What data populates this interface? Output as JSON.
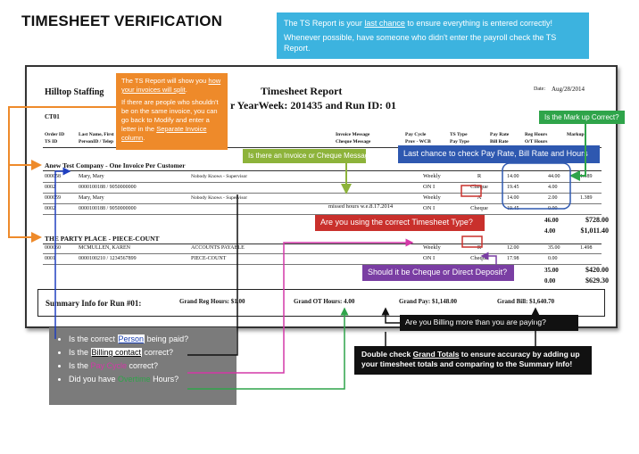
{
  "page_title": "TIMESHEET VERIFICATION",
  "top_callout": {
    "line1_pre": "The TS Report is your ",
    "line1_u": "last chance",
    "line1_post": " to ensure everything is entered correctly!",
    "line2": "Whenever possible, have someone who didn't enter the payroll check the TS Report."
  },
  "orange_callout": {
    "p1_pre": "The TS Report will show you ",
    "p1_u": "how your invoices will split",
    "p1_post": ".",
    "p2_pre": "If there are people who shouldn't be on the same invoice, you can go back to Modify and enter a letter in the ",
    "p2_u": "Separate Invoice column",
    "p2_post": "."
  },
  "report": {
    "company": "Hilltop Staffing",
    "title": "Timesheet Report",
    "subtitle": "r YearWeek: 201435 and Run ID: 01",
    "date_label": "Date:",
    "date_value": "Aug/28/2014",
    "code": "CT01",
    "col_order_id": "Order ID",
    "col_ts_id": "TS ID",
    "col_last_name": "Last Name, First",
    "col_person_id": "PersonID / Telep",
    "col_invoice_msg": "Invoice Message",
    "col_cheque_msg": "Cheque Message",
    "col_pay_cycle": "Pay Cycle",
    "col_prov_wcb": "Prov - WCB",
    "col_ts_type": "TS Type",
    "col_pay_type": "Pay Type",
    "col_pay_rate": "Pay Rate",
    "col_bill_rate": "Bill Rate",
    "col_reg_hours": "Reg Hours",
    "col_ot_hours": "O/T Hours",
    "col_markup": "Markup",
    "section1": "Anew Test Company - One Invoice Per Customer",
    "s1_rows": [
      {
        "id": "000058",
        "name": "Mary, Mary",
        "contact": "Nobody Knows - Supervisor",
        "msg": "",
        "cycle": "Weekly",
        "type": "R",
        "rate": "14.00",
        "hours": "44.00",
        "markup": "1.389"
      },
      {
        "id": "0002",
        "name": "0000100188 / 9050000000",
        "contact": "",
        "msg": "",
        "cycle": "ON     I",
        "type": "Cheque",
        "rate": "19.45",
        "hours": "4.00",
        "markup": ""
      },
      {
        "id": "000059",
        "name": "Mary, Mary",
        "contact": "Nobody Knows - Supervisor",
        "msg": "",
        "cycle": "Weekly",
        "type": "A",
        "rate": "14.00",
        "hours": "2.00",
        "markup": "1.389"
      },
      {
        "id": "0002",
        "name": "0000100188 / 9050000000",
        "contact": "",
        "msg": "missed hours w.e.8.17.2014",
        "cycle": "ON     I",
        "type": "Cheque",
        "rate": "19.45",
        "hours": "0.00",
        "markup": ""
      }
    ],
    "s1_total_reg": "46.00",
    "s1_total_ot": "4.00",
    "s1_total_pay": "$728.00",
    "s1_total_bill": "$1,011.40",
    "section2": "THE PARTY PLACE - PIECE-COUNT",
    "s2_rows": [
      {
        "id": "000060",
        "name": "MCMULLEN, KAREN",
        "contact": "ACCOUNTS PAYABLE",
        "msg": "",
        "cycle": "Weekly",
        "type": "R",
        "rate": "12.00",
        "hours": "35.00",
        "markup": "1.498"
      },
      {
        "id": "0001",
        "name": "0000100210 / 1234567899",
        "contact": "PIECE-COUNT",
        "msg": "",
        "cycle": "ON     I",
        "type": "Cheque",
        "rate": "17.98",
        "hours": "0.00",
        "markup": ""
      }
    ],
    "s2_total_reg": "35.00",
    "s2_total_ot": "0.00",
    "s2_total_pay": "$420.00",
    "s2_total_bill": "$629.30",
    "summary_label": "Summary Info for Run #01:",
    "grand_reg": "Grand Reg Hours:  $1.00",
    "grand_ot": "Grand OT Hours:  4.00",
    "grand_pay": "Grand Pay:  $1,148.00",
    "grand_bill": "Grand Bill:  $1,640.70"
  },
  "callouts": {
    "markup": "Is the Mark up Correct?",
    "invoice_msg": "Is there an Invoice or Cheque Message?",
    "pay_rate": "Last chance to check Pay Rate, Bill Rate and Hours",
    "ts_type": "Are you using the correct Timesheet Type?",
    "cheque": "Should it be Cheque or Direct Deposit?",
    "billing_more": "Are you Billing more than you are paying?",
    "grand_pre": "Double check ",
    "grand_u": "Grand Totals",
    "grand_post": " to ensure accuracy by adding up your timesheet totals and comparing to the Summary Info!"
  },
  "checklist": {
    "i1_pre": "Is the correct ",
    "i1_hl": "Person",
    "i1_post": " being paid?",
    "i2_pre": "Is the ",
    "i2_hl": "Billing contact",
    "i2_post": " correct?",
    "i3_pre": "Is the ",
    "i3_hl": "Pay Cycle",
    "i3_post": " correct?",
    "i4_pre": "Did you have ",
    "i4_hl": "Overtime",
    "i4_post": " Hours?"
  }
}
